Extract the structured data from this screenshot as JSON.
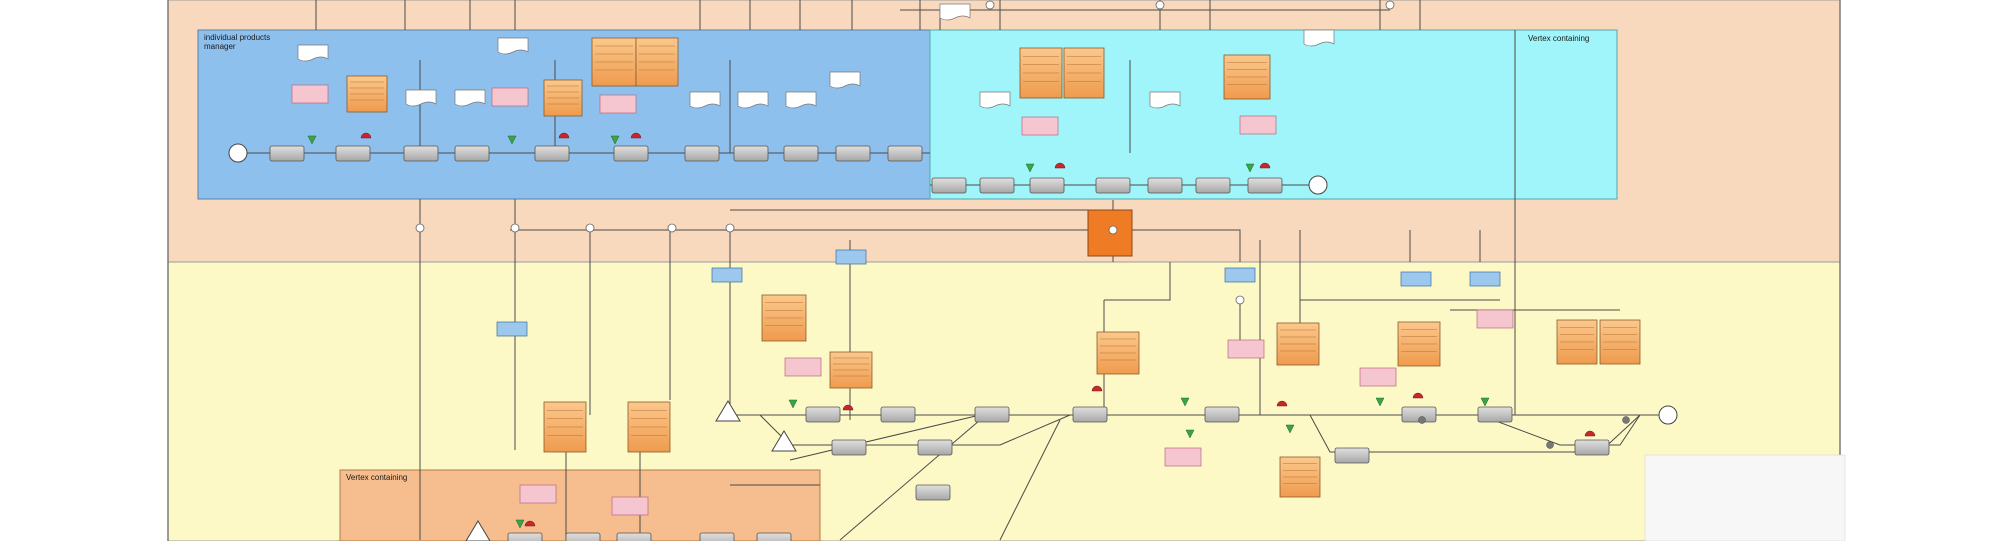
{
  "lanes": {
    "top_left_title": "individual products manager",
    "top_right_title": "Vertex containing",
    "bottom_box_title": "Vertex containing"
  },
  "colors": {
    "page_bg": "#ffffff",
    "outer_top": "#f9d9bd",
    "outer_bottom": "#fdf9c6",
    "blue_lane": "#8ec0ee",
    "cyan_lane": "#9ff5f9",
    "orange_box": "#f6bd8f",
    "task_box": "#c6c6c6",
    "orange_note": "#f3a660",
    "pink_note": "#f5c6d0",
    "blue_tag": "#9cc8ee",
    "edge": "#4a4a4a"
  }
}
